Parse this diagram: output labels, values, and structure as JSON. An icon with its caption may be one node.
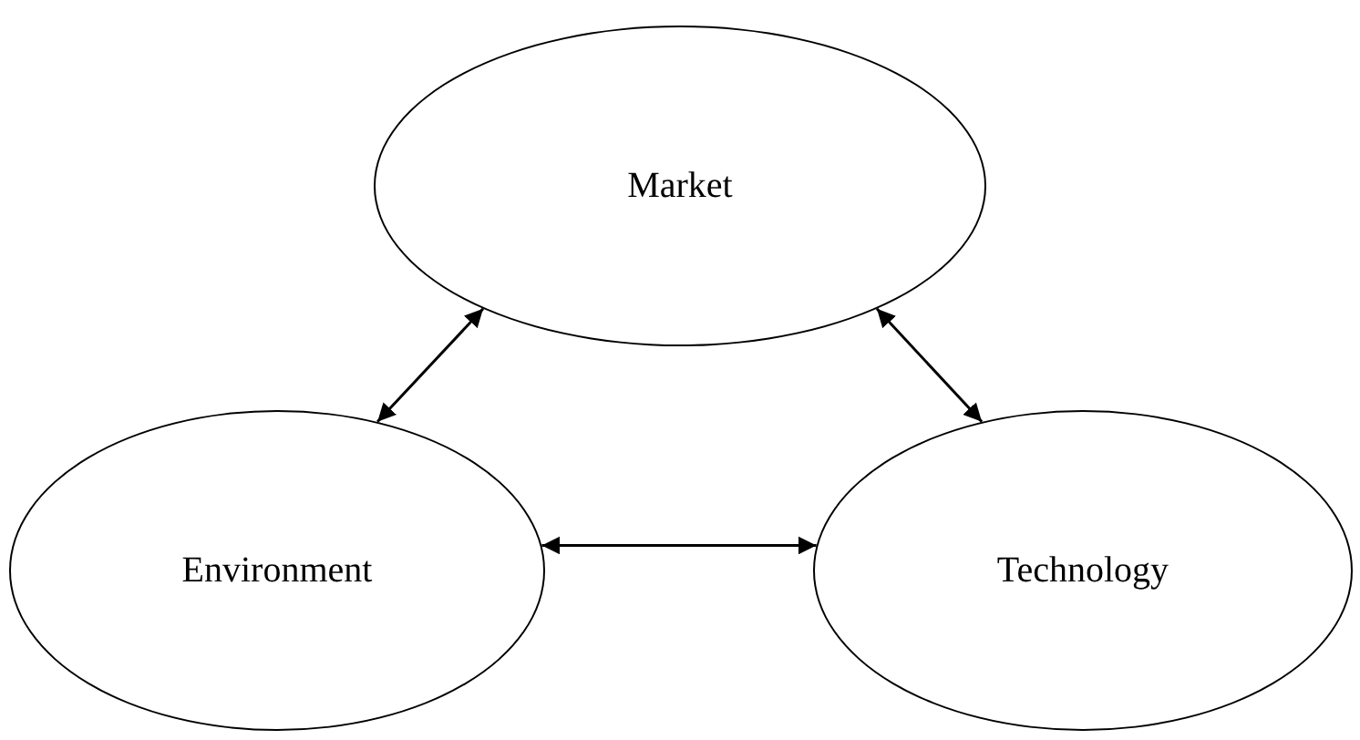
{
  "diagram": {
    "nodes": [
      {
        "text": [
          "Market"
        ]
      },
      {
        "text": [
          "Environment"
        ]
      },
      {
        "text": [
          "Technology"
        ]
      }
    ],
    "edges": [
      {
        "from": 0,
        "to": 1,
        "arrow": "both"
      },
      {
        "from": 0,
        "to": 2,
        "arrow": "both"
      },
      {
        "from": 1,
        "to": 2,
        "arrow": "both"
      }
    ]
  }
}
